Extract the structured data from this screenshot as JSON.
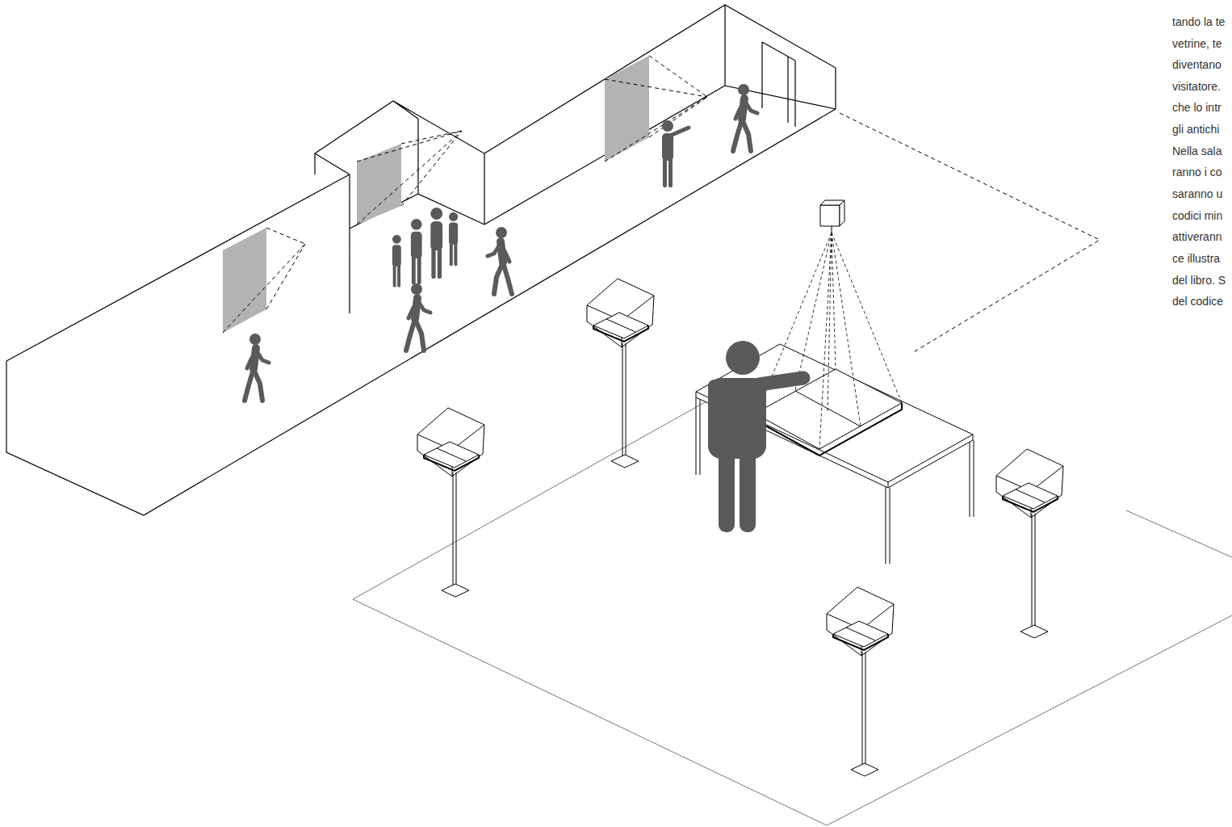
{
  "diagram": {
    "labels": [
      "tando la te",
      "vetrine, te",
      "diventano",
      "visitatore.",
      "che lo intr",
      "gli antichi",
      "Nella sala",
      "ranno i co",
      "saranno u",
      "codici min",
      "attiverann",
      "ce illustra",
      "del libro. S",
      "del codice"
    ]
  }
}
